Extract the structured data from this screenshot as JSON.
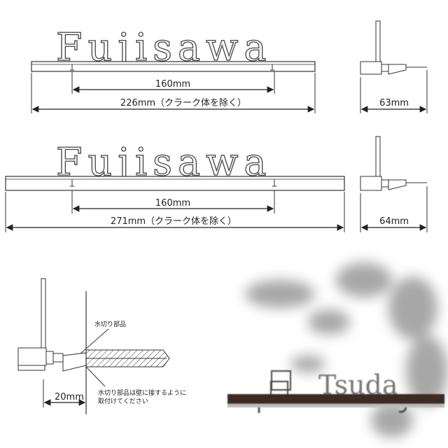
{
  "sign_text": "Fujisawa",
  "drawing_small": {
    "hole_spacing": "160mm",
    "total_width": "226mm（クラーク体を除く）",
    "depth": "63mm"
  },
  "drawing_large": {
    "hole_spacing": "160mm",
    "total_width": "271mm（クラーク体を除く）",
    "depth": "64mm"
  },
  "section": {
    "part_label": "水切り部品",
    "note_line1": "水切り部品は壁に接するように",
    "note_line2": "取付けてください",
    "offset": "20mm"
  },
  "photo": {
    "nameplate_text": "Tsuda"
  }
}
